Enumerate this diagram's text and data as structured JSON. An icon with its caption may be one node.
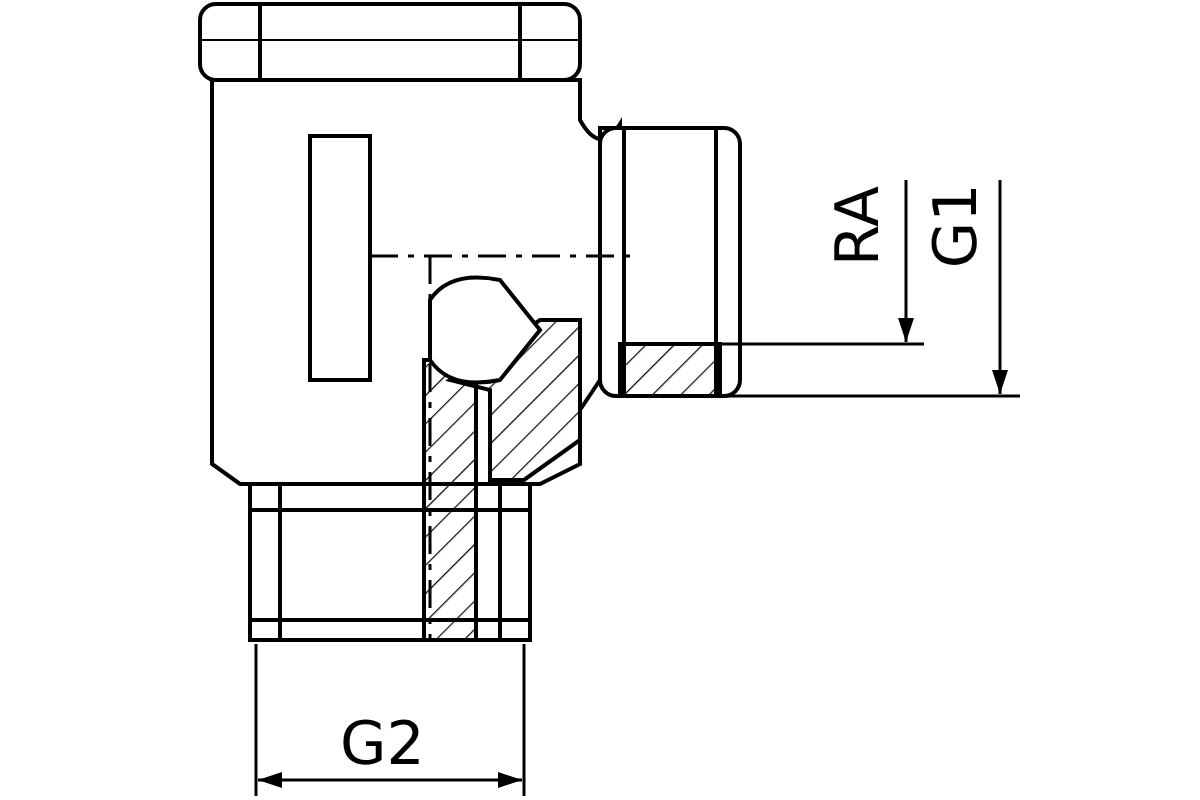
{
  "diagram": {
    "labels": [
      "RA",
      "G1",
      "G2"
    ]
  }
}
